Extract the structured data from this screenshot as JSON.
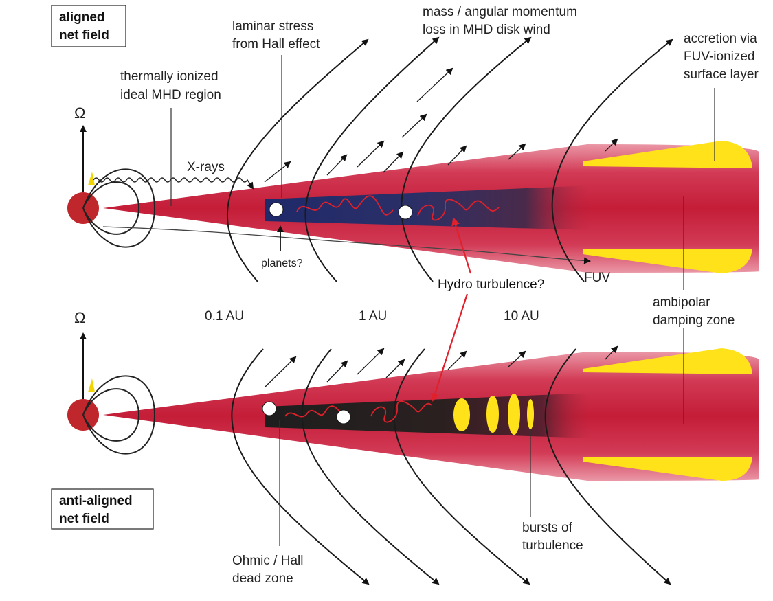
{
  "panels": {
    "top_box": [
      "aligned",
      "net field"
    ],
    "bottom_box": [
      "anti-aligned",
      "net field"
    ]
  },
  "labels": {
    "omega": "Ω",
    "thermal": [
      "thermally ionized",
      "ideal MHD region"
    ],
    "laminar": [
      "laminar stress",
      "from Hall effect"
    ],
    "wind": [
      "mass / angular momentum",
      "loss in MHD disk wind"
    ],
    "accretion": [
      "accretion via",
      "FUV-ionized",
      "surface layer"
    ],
    "xrays": "X-rays",
    "planets": "planets?",
    "fuv": "FUV",
    "hydro": "Hydro turbulence?",
    "ambipolar": [
      "ambipolar",
      "damping zone"
    ],
    "dist_01": "0.1 AU",
    "dist_1": "1 AU",
    "dist_10": "10 AU",
    "bursts": [
      "bursts of",
      "turbulence"
    ],
    "deadzone": [
      "Ohmic / Hall",
      "dead zone"
    ]
  },
  "colors": {
    "disk": "#c6213a",
    "star": "#c0272d",
    "surface_layer": "#ffe21a",
    "dead_zone_top": "#232a63",
    "dead_zone_bottom": "#222222",
    "turbulence": "#e0202a"
  }
}
